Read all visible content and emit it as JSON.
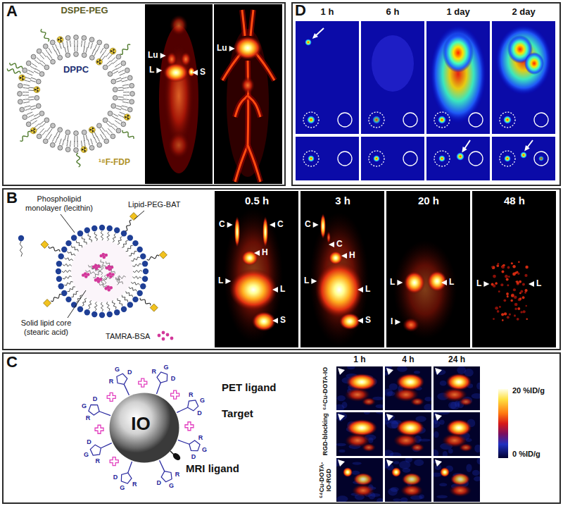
{
  "diagram": {
    "nodes": [
      {
        "text": [
          "A"
        ]
      },
      {
        "text": [
          "DPPC"
        ],
        "in": 0
      },
      {
        "text": [
          "Lu",
          "L",
          "S"
        ],
        "in": 0
      },
      {
        "text": [
          "Lu"
        ],
        "in": 0
      },
      {
        "text": [
          "D"
        ]
      },
      {
        "text": [
          "1 h"
        ],
        "in": 4
      },
      {
        "text": [
          "6 h"
        ],
        "in": 4
      },
      {
        "text": [
          "1 day"
        ],
        "in": 4
      },
      {
        "text": [
          "2 day"
        ],
        "in": 4
      },
      {
        "text": [
          "B"
        ]
      },
      {
        "text": [
          "0.5 h",
          "C",
          "C",
          "H",
          "L",
          "L",
          "S"
        ],
        "in": 9
      },
      {
        "text": [
          "3 h",
          "C",
          "C",
          "H",
          "L",
          "L",
          "S"
        ],
        "in": 9
      },
      {
        "text": [
          "20 h",
          "L",
          "L",
          "I"
        ],
        "in": 9
      },
      {
        "text": [
          "48 h",
          "L",
          "L"
        ],
        "in": 9
      },
      {
        "text": [
          "C"
        ]
      },
      {
        "text": [
          "IO"
        ],
        "in": 14
      }
    ],
    "labels": [
      "DSPE-PEG",
      "¹⁸F-FDP",
      "Phospholipid monolayer (lecithin)",
      "Lipid-PEG-BAT",
      "Solid lipid core (stearic acid)",
      "TAMRA-BSA",
      "PET ligand",
      "Target",
      "MRI ligand",
      "R",
      "G",
      "D",
      "R",
      "G",
      "D",
      "R",
      "G",
      "D",
      "R",
      "G",
      "D",
      "R",
      "G",
      "D",
      "R",
      "G",
      "D",
      "R",
      "G",
      "D",
      "R",
      "G",
      "D",
      "1 h",
      "4 h",
      "24 h",
      "⁶⁴Cu-DOTA-IO",
      "RGD-blocking",
      "⁶⁴Cu-DOTA-IO-RGD",
      "20 %ID/g",
      "0 %ID/g"
    ]
  }
}
